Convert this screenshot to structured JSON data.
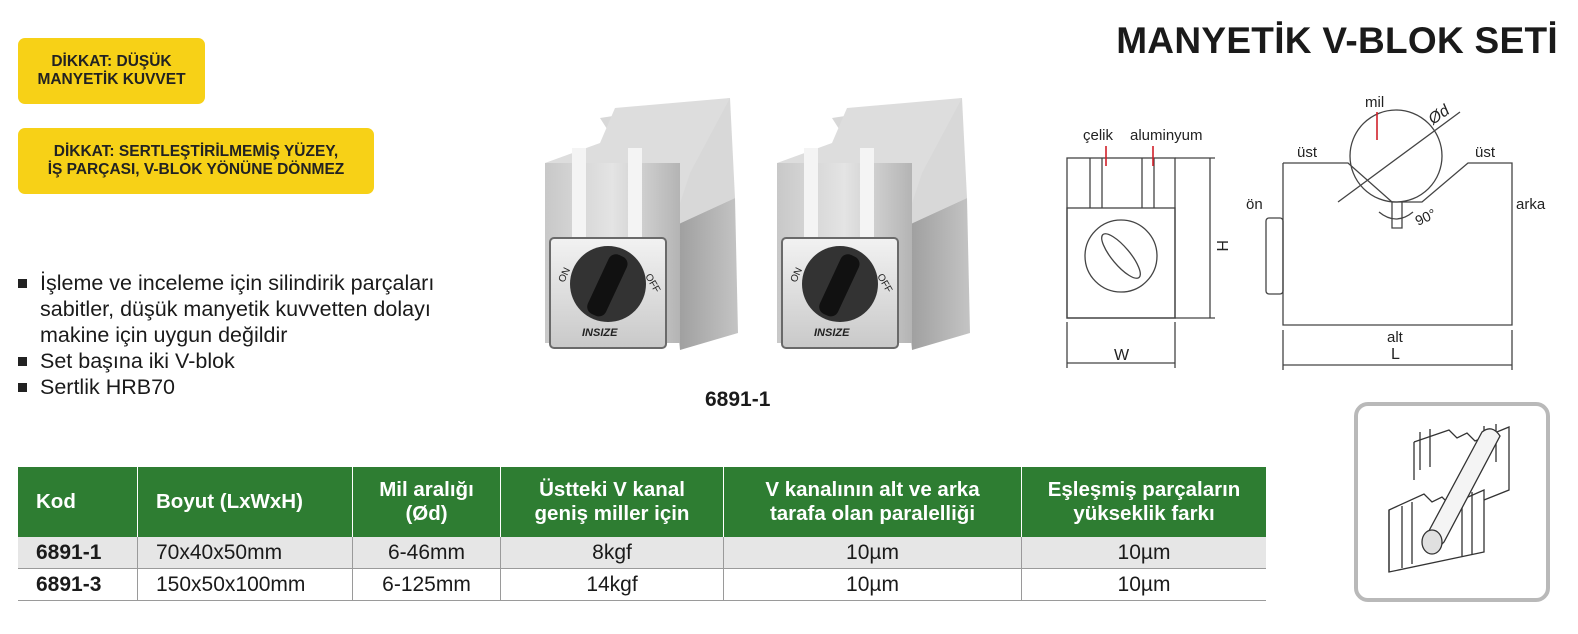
{
  "title": "MANYETİK V-BLOK SETİ",
  "warnings": [
    {
      "line1": "DİKKAT: DÜŞÜK",
      "line2": "MANYETİK KUVVET"
    },
    {
      "line1": "DİKKAT: SERTLEŞTİRİLMEMİŞ YÜZEY,",
      "line2": "İŞ PARÇASI, V-BLOK YÖNÜNE DÖNMEZ"
    }
  ],
  "bullets": [
    {
      "text": "İşleme ve inceleme için silindirik parçaları",
      "text2": "sabitler, düşük manyetik kuvvetten dolayı",
      "text3": "makine için uygun değildir"
    },
    {
      "text": "Set başına iki V-blok"
    },
    {
      "text": "Sertlik HRB70"
    }
  ],
  "product": {
    "caption": "6891-1",
    "knob_on": "ON",
    "knob_off": "OFF",
    "brand": "INSIZE"
  },
  "diagram": {
    "celik": "çelik",
    "aluminyum": "aluminyum",
    "H": "H",
    "W": "W",
    "mil": "mil",
    "od": "Ød",
    "ust_left": "üst",
    "ust_right": "üst",
    "on": "ön",
    "arka": "arka",
    "angle": "90°",
    "alt": "alt",
    "L": "L"
  },
  "table": {
    "headers": [
      {
        "l1": "Kod",
        "l2": ""
      },
      {
        "l1": "Boyut (LxWxH)",
        "l2": ""
      },
      {
        "l1": "Mil aralığı",
        "l2": "(Ød)"
      },
      {
        "l1": "Üstteki V kanal",
        "l2": "geniş miller için"
      },
      {
        "l1": "V kanalının alt ve arka",
        "l2": "tarafa olan paralelliği"
      },
      {
        "l1": "Eşleşmiş parçaların",
        "l2": "yükseklik farkı"
      }
    ],
    "rows": [
      [
        "6891-1",
        "70x40x50mm",
        "6-46mm",
        "8kgf",
        "10µm",
        "10µm"
      ],
      [
        "6891-3",
        "150x50x100mm",
        "6-125mm",
        "14kgf",
        "10µm",
        "10µm"
      ]
    ]
  },
  "colors": {
    "warning": "#f7d117",
    "header_green": "#2e7d32",
    "row_grey": "#e6e6e6"
  }
}
